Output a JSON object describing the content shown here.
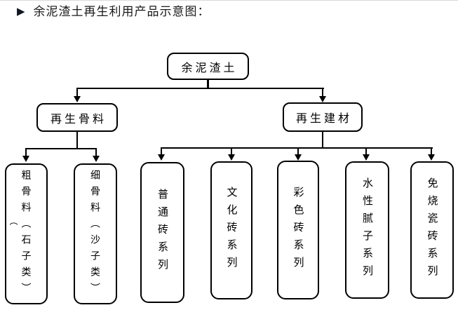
{
  "page": {
    "bullet": "▶",
    "title": "余泥渣土再生利用产品示意图："
  },
  "diagram": {
    "type": "flowchart-tree",
    "root": {
      "label": "余泥渣土"
    },
    "level2": [
      {
        "label": "再生骨料"
      },
      {
        "label": "再生建材"
      }
    ],
    "aggregate_products": [
      {
        "label": "粗骨料（石子类）",
        "stray_paren": "（"
      },
      {
        "label": "细骨料（沙子类）"
      }
    ],
    "material_products": [
      {
        "label": "普通砖系列"
      },
      {
        "label": "文化砖系列"
      },
      {
        "label": "彩色砖系列"
      },
      {
        "label": "水性腻子系列"
      },
      {
        "label": "免烧瓷砖系列"
      }
    ],
    "colors": {
      "line": "#000000",
      "box_border": "#000000",
      "text": "#000000",
      "background": "#ffffff",
      "top_edge": "#d9d9d9"
    }
  }
}
